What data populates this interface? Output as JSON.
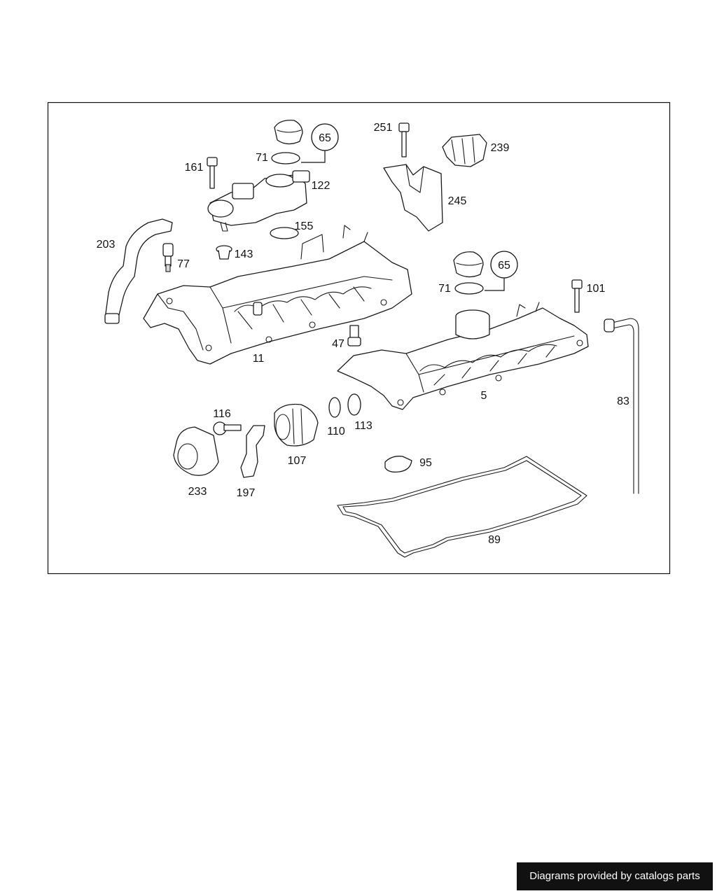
{
  "labels": {
    "l65a": "65",
    "l71a": "71",
    "l161": "161",
    "l122": "122",
    "l155": "155",
    "l203": "203",
    "l77": "77",
    "l143": "143",
    "l251": "251",
    "l239": "239",
    "l245": "245",
    "l65b": "65",
    "l71b": "71",
    "l101": "101",
    "l11": "11",
    "l47": "47",
    "l5": "5",
    "l83": "83",
    "l116": "116",
    "l107": "107",
    "l110": "110",
    "l113": "113",
    "l95": "95",
    "l233": "233",
    "l197": "197",
    "l89": "89"
  },
  "footer": {
    "credit": "Diagrams provided by catalogs parts"
  }
}
